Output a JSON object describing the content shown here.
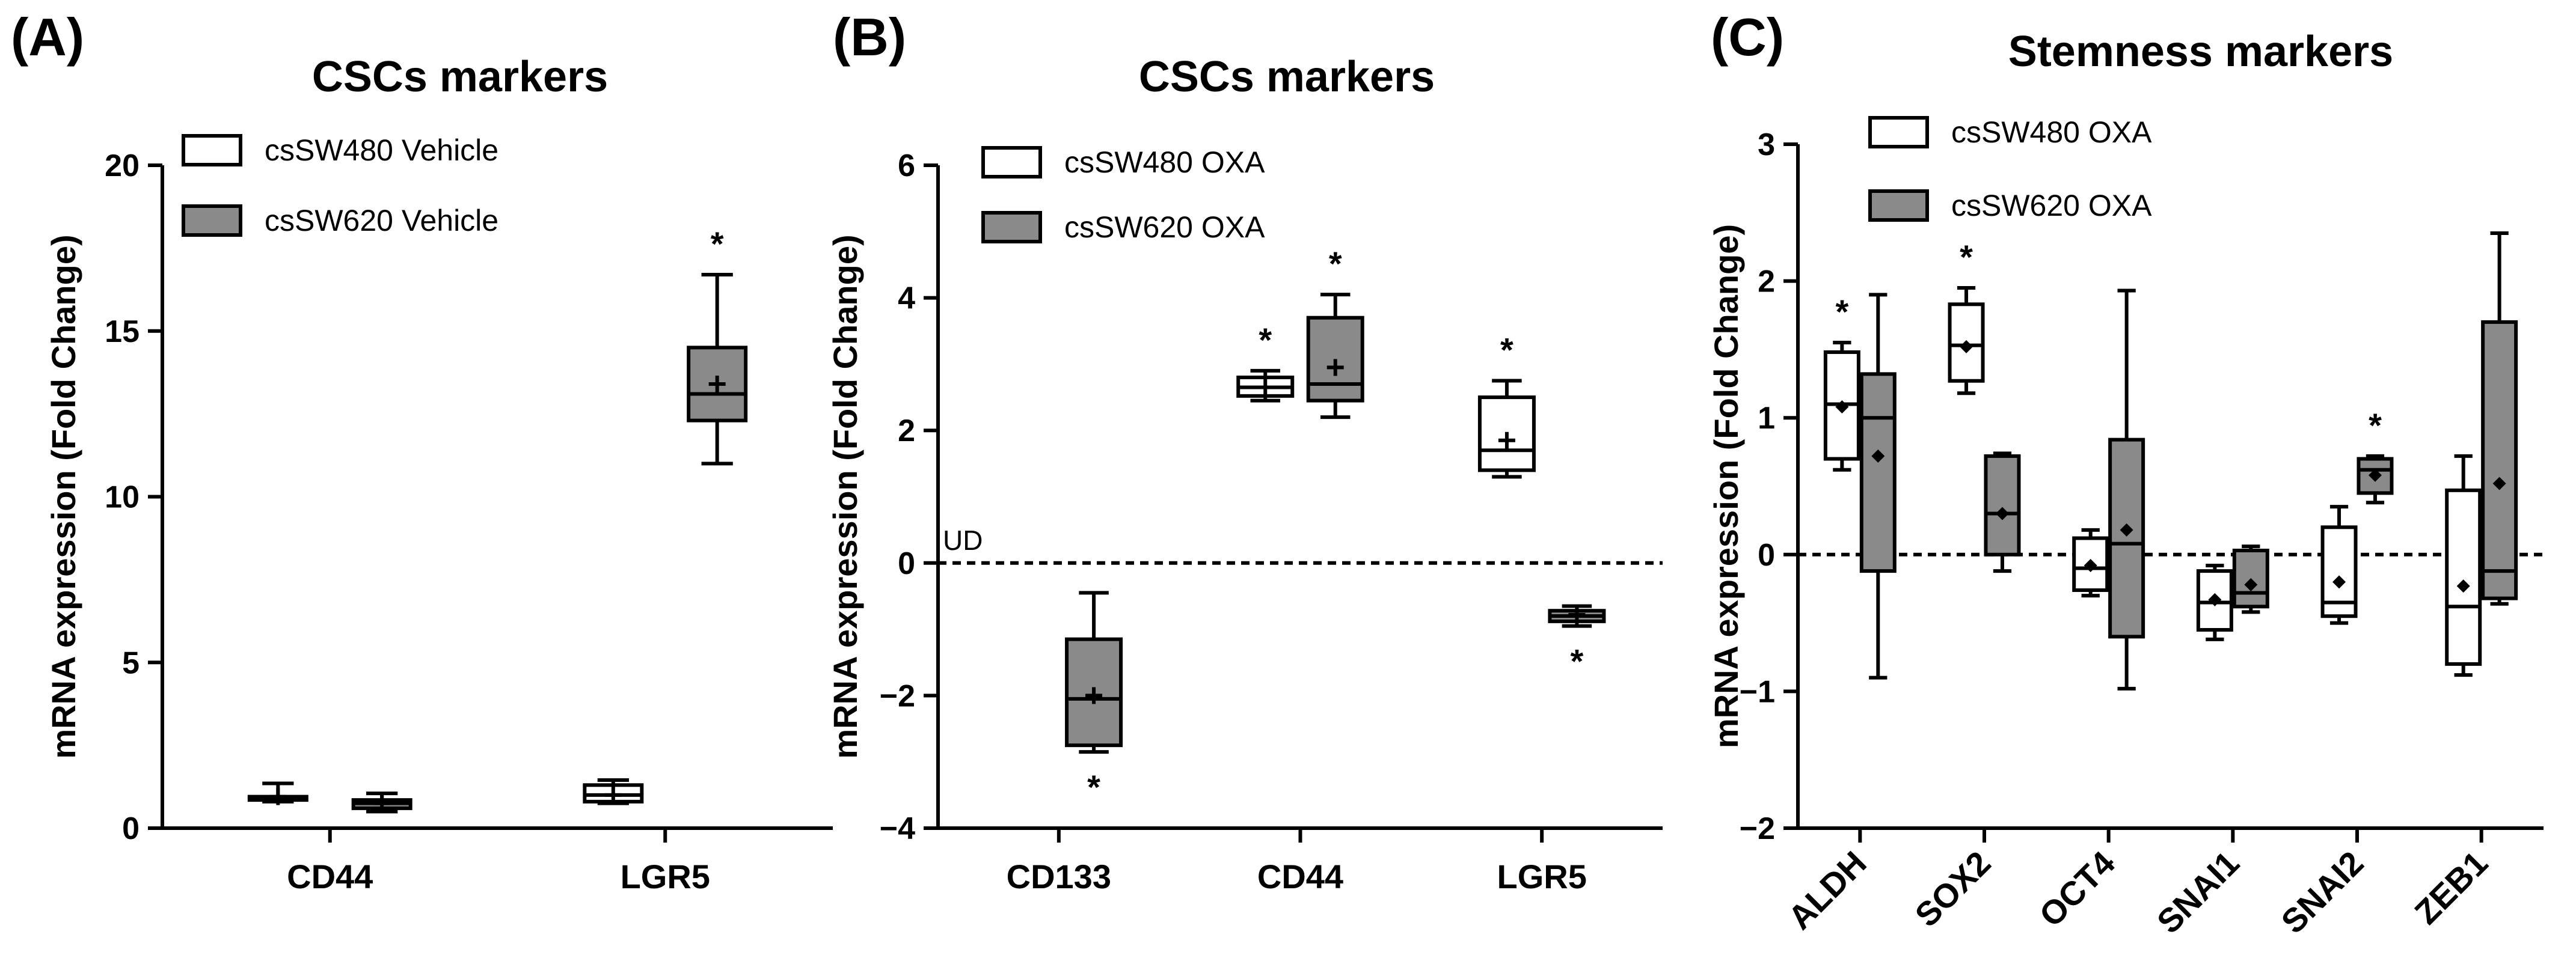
{
  "figure": {
    "background": "#ffffff",
    "colors": {
      "white_box": "#ffffff",
      "gray_box": "#8a8a8a",
      "stroke": "#000000"
    }
  },
  "chart_data": [
    {
      "type": "box",
      "panel_label": "(A)",
      "title": "CSCs markers",
      "xlabel": "",
      "ylabel": "mRNA expression (Fold Change)",
      "ylim": [
        0,
        20
      ],
      "yticks": [
        "0",
        "5",
        "10",
        "15",
        "20"
      ],
      "categories": [
        "CD44",
        "LGR5"
      ],
      "legend_position": "top-left",
      "grid": false,
      "series": [
        {
          "name": "csSW480 Vehicle",
          "color": "#ffffff",
          "boxes": [
            {
              "min": 0.8,
              "q1": 0.85,
              "median": 0.9,
              "q3": 0.95,
              "max": 1.35,
              "mean": 0.95,
              "mean_marker": "+",
              "sig": ""
            },
            {
              "min": 0.75,
              "q1": 0.8,
              "median": 1.0,
              "q3": 1.3,
              "max": 1.45,
              "mean": 1.0,
              "mean_marker": "+",
              "sig": ""
            }
          ]
        },
        {
          "name": "csSW620 Vehicle",
          "color": "#8a8a8a",
          "boxes": [
            {
              "min": 0.5,
              "q1": 0.6,
              "median": 0.75,
              "q3": 0.85,
              "max": 1.05,
              "mean": 0.75,
              "mean_marker": "+",
              "sig": ""
            },
            {
              "min": 11.0,
              "q1": 12.3,
              "median": 13.1,
              "q3": 14.5,
              "max": 16.7,
              "mean": 13.4,
              "mean_marker": "+",
              "sig": "*"
            }
          ]
        }
      ]
    },
    {
      "type": "box",
      "panel_label": "(B)",
      "title": "CSCs markers",
      "xlabel": "",
      "ylabel": "mRNA expression (Fold Change)",
      "ylim": [
        -4,
        6
      ],
      "yticks": [
        "−4",
        "−2",
        "0",
        "2",
        "4",
        "6"
      ],
      "categories": [
        "CD133",
        "CD44",
        "LGR5"
      ],
      "reference_line": {
        "y": 0,
        "label": "UD"
      },
      "legend_position": "top-left",
      "grid": false,
      "series": [
        {
          "name": "csSW480 OXA",
          "color": "#ffffff",
          "boxes": [
            null,
            {
              "min": 2.45,
              "q1": 2.52,
              "median": 2.65,
              "q3": 2.8,
              "max": 2.9,
              "mean": 2.65,
              "mean_marker": "+",
              "sig": "*"
            },
            {
              "min": 1.3,
              "q1": 1.4,
              "median": 1.7,
              "q3": 2.5,
              "max": 2.75,
              "mean": 1.85,
              "mean_marker": "+",
              "sig": "*"
            }
          ]
        },
        {
          "name": "csSW620 OXA",
          "color": "#8a8a8a",
          "boxes": [
            {
              "min": -2.85,
              "q1": -2.75,
              "median": -2.05,
              "q3": -1.15,
              "max": -0.45,
              "mean": -2.0,
              "mean_marker": "+",
              "sig": "*"
            },
            {
              "min": 2.2,
              "q1": 2.45,
              "median": 2.7,
              "q3": 3.7,
              "max": 4.05,
              "mean": 2.95,
              "mean_marker": "+",
              "sig": "*"
            },
            {
              "min": -0.95,
              "q1": -0.88,
              "median": -0.8,
              "q3": -0.72,
              "max": -0.65,
              "mean": -0.78,
              "mean_marker": "+",
              "sig": "*"
            }
          ]
        }
      ]
    },
    {
      "type": "box",
      "panel_label": "(C)",
      "title": "Stemness markers",
      "xlabel": "",
      "ylabel": "mRNA expression (Fold Change)",
      "ylim": [
        -2,
        3
      ],
      "yticks": [
        "−2",
        "−1",
        "0",
        "1",
        "2",
        "3"
      ],
      "categories": [
        "ALDH",
        "SOX2",
        "OCT4",
        "SNAI1",
        "SNAI2",
        "ZEB1"
      ],
      "reference_line": {
        "y": 0,
        "label": ""
      },
      "legend_position": "top-left",
      "grid": false,
      "series": [
        {
          "name": "csSW480 OXA",
          "color": "#ffffff",
          "boxes": [
            {
              "min": 0.62,
              "q1": 0.7,
              "median": 1.1,
              "q3": 1.48,
              "max": 1.55,
              "mean": 1.08,
              "mean_marker": "◆",
              "sig": "*"
            },
            {
              "min": 1.18,
              "q1": 1.27,
              "median": 1.53,
              "q3": 1.83,
              "max": 1.95,
              "mean": 1.52,
              "mean_marker": "◆",
              "sig": "*"
            },
            {
              "min": -0.3,
              "q1": -0.26,
              "median": -0.1,
              "q3": 0.12,
              "max": 0.18,
              "mean": -0.08,
              "mean_marker": "◆",
              "sig": ""
            },
            {
              "min": -0.62,
              "q1": -0.55,
              "median": -0.35,
              "q3": -0.12,
              "max": -0.08,
              "mean": -0.33,
              "mean_marker": "◆",
              "sig": ""
            },
            {
              "min": -0.5,
              "q1": -0.45,
              "median": -0.35,
              "q3": 0.2,
              "max": 0.35,
              "mean": -0.2,
              "mean_marker": "◆",
              "sig": ""
            },
            {
              "min": -0.88,
              "q1": -0.8,
              "median": -0.38,
              "q3": 0.47,
              "max": 0.72,
              "mean": -0.23,
              "mean_marker": "◆",
              "sig": ""
            }
          ]
        },
        {
          "name": "csSW620 OXA",
          "color": "#8a8a8a",
          "boxes": [
            {
              "min": -0.9,
              "q1": -0.12,
              "median": 1.0,
              "q3": 1.32,
              "max": 1.9,
              "mean": 0.72,
              "mean_marker": "◆",
              "sig": ""
            },
            {
              "min": -0.12,
              "q1": 0.0,
              "median": 0.3,
              "q3": 0.72,
              "max": 0.74,
              "mean": 0.3,
              "mean_marker": "◆",
              "sig": ""
            },
            {
              "min": -0.98,
              "q1": -0.6,
              "median": 0.08,
              "q3": 0.84,
              "max": 1.93,
              "mean": 0.18,
              "mean_marker": "◆",
              "sig": ""
            },
            {
              "min": -0.42,
              "q1": -0.38,
              "median": -0.28,
              "q3": 0.03,
              "max": 0.06,
              "mean": -0.22,
              "mean_marker": "◆",
              "sig": ""
            },
            {
              "min": 0.38,
              "q1": 0.45,
              "median": 0.62,
              "q3": 0.7,
              "max": 0.72,
              "mean": 0.58,
              "mean_marker": "◆",
              "sig": "*"
            },
            {
              "min": -0.36,
              "q1": -0.32,
              "median": -0.12,
              "q3": 1.7,
              "max": 2.35,
              "mean": 0.52,
              "mean_marker": "◆",
              "sig": ""
            }
          ]
        }
      ]
    }
  ]
}
